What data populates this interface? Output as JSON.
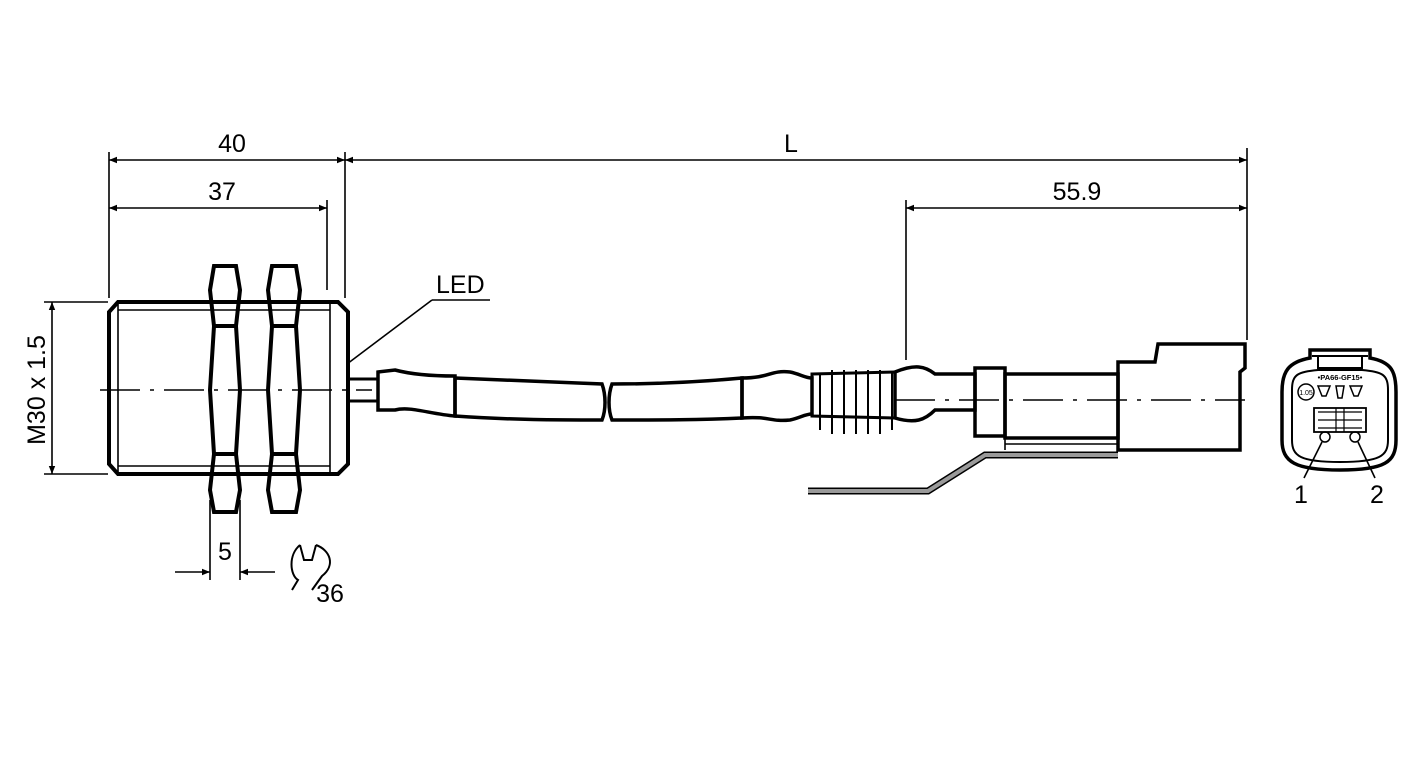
{
  "drawing": {
    "dimensions": {
      "overall_body": "40",
      "thread_length": "37",
      "cable_length": "L",
      "connector_length": "55.9",
      "nut_width": "5",
      "wrench_size": "36",
      "thread": "M30 x 1.5"
    },
    "labels": {
      "led": "LED",
      "pin_1": "1",
      "pin_2": "2"
    },
    "connector_markings": {
      "material": "•PA66-GF15•",
      "badge": "1.05"
    },
    "colors": {
      "line": "#000000",
      "flag": "#9a9a9a"
    }
  }
}
